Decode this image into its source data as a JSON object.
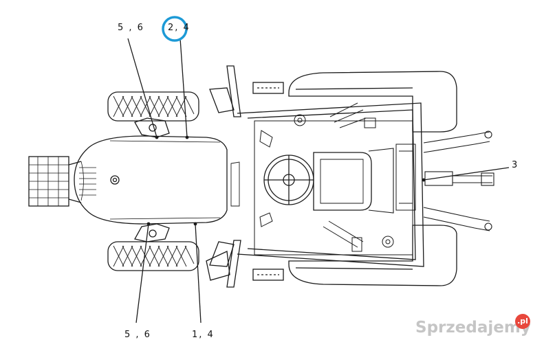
{
  "callouts": {
    "top_left": "5 , 6",
    "top_highlighted": "2, 4",
    "right": "3",
    "bottom_left": "5 , 6",
    "bottom_right": "1, 4"
  },
  "highlight_color": "#1d9ad6",
  "watermark": {
    "text": "Sprzedajemy",
    "badge": ".pl",
    "badge_color": "#e8473c"
  }
}
